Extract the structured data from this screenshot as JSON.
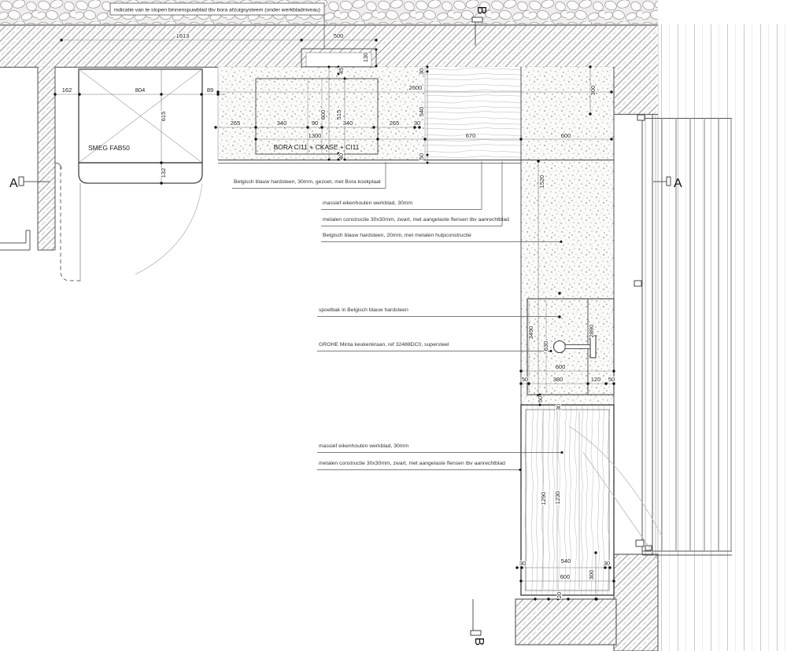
{
  "note_box": "indicatie van te slopen binnenspuwblad tbv bora afzuigsysteem (onder werkbladniveau)",
  "appliances": {
    "fridge_label": "SMEG FAB50",
    "hob_label": "BORA CI11 + CKASE + CI11"
  },
  "annotations": {
    "hardsteen_30": "Belgisch blauw hardsteen, 30mm, gezoet, met Bora kookplaat",
    "werkblad_top": "massief eikenhouten werkblad, 30mm",
    "constructie_top": "metalen constructie 30x30mm, zwart, met aangelaste flensen tbv aanrechtblad",
    "hardsteen_20": "Belgisch blauw hardsteen, 20mm, met metalen hulpconstructie",
    "spoelbak": "spoelbak in Belgisch blauw hardsteen",
    "kraan": "GROHE Minta keukenkraan, ref 32488DC0, supersteel",
    "werkblad_bottom": "massief eikenhouten werkblad, 30mm",
    "constructie_bottom": "metalen constructie 30x30mm, zwart, met aangelaste flensen tbv aanrechtblad"
  },
  "sections": {
    "a": "A",
    "b": "B"
  },
  "dims": {
    "w1613": "1613",
    "w500": "500",
    "d130": "130",
    "d45": "45",
    "f162": "162",
    "f804": "804",
    "f89": "89",
    "f615": "615",
    "f132": "132",
    "h265a": "265",
    "h340a": "340",
    "h90": "90",
    "h340b": "340",
    "h265b": "265",
    "h30": "30",
    "h1300": "1300",
    "h600": "600",
    "h515": "515",
    "h40": "40",
    "c2600": "2600",
    "c30": "30",
    "c540": "540",
    "c50": "50",
    "wood670": "670",
    "stone600": "600",
    "r300": "300",
    "r1520": "1520",
    "s3490": "3490",
    "s630": "630",
    "s2890": "2890",
    "s600": "600",
    "s50a": "50",
    "s380": "380",
    "s120": "120",
    "s50b": "50",
    "sg50": "50",
    "sg30": "30",
    "t1290": "1290",
    "t1230": "1230",
    "t30a": "30",
    "t540": "540",
    "t30b": "30",
    "t600": "600",
    "t300": "300",
    "t20": "20"
  },
  "colors": {
    "line": "#555",
    "hatch": "#8d8d8d",
    "paper": "#ffffff"
  }
}
